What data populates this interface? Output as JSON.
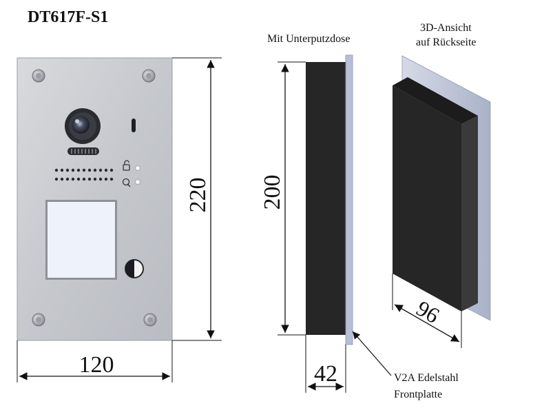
{
  "title": "DT617F-S1",
  "labels": {
    "flush_box": "Mit Unterputzdose",
    "back_view_line1": "3D-Ansicht",
    "back_view_line2": "auf  Rückseite",
    "material_line1": "V2A Edelstahl",
    "material_line2": "Frontplatte"
  },
  "dimensions": {
    "front_width": "120",
    "front_height": "220",
    "box_height": "200",
    "box_depth": "42",
    "box_width_3d": "96"
  },
  "colors": {
    "panel": "#c9cbd0",
    "box": "#262626",
    "plate_edge": "#b7bfd6",
    "line": "#111111"
  }
}
